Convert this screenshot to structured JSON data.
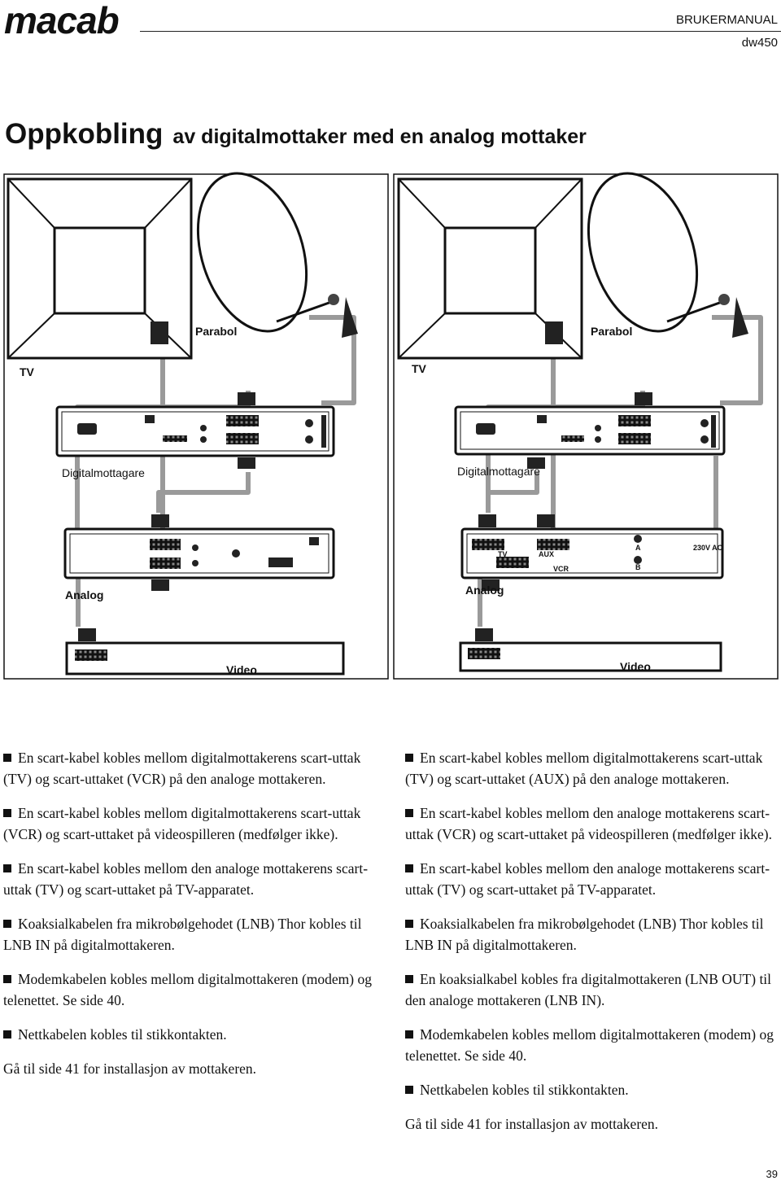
{
  "header": {
    "brand": "macab",
    "manual": "BRUKERMANUAL",
    "model": "dw450"
  },
  "title": {
    "main": "Oppkobling",
    "rest": "av digitalmottaker med en analog mottaker"
  },
  "diagram": {
    "left": {
      "dish": "Parabol",
      "tv": "TV",
      "digital_receiver": "Digitalmottagare",
      "analog": "Analog",
      "video": "Video"
    },
    "right": {
      "dish": "Parabol",
      "tv": "TV",
      "digital_receiver": "Digitalmottagare",
      "analog": "Analog",
      "video": "Video",
      "port_tv": "TV",
      "port_aux": "AUX",
      "port_vcr": "VCR",
      "port_a": "A",
      "port_b": "B",
      "power": "230V AC"
    }
  },
  "left_text": {
    "items": [
      "En scart-kabel kobles mellom digitalmottakerens scart-uttak (TV) og scart-uttaket (VCR) på den analoge mottakeren.",
      "En scart-kabel kobles mellom digitalmottakerens scart-uttak (VCR) og scart-uttaket på videospilleren (medfølger ikke).",
      "En scart-kabel kobles mellom den analoge mottakerens scart-uttak (TV) og scart-uttaket på TV-apparatet.",
      "Koaksialkabelen fra mikrobølgehodet (LNB) Thor kobles til LNB IN på digitalmottakeren.",
      "Modemkabelen kobles mellom digitalmottakeren (modem) og telenettet. Se side 40.",
      "Nettkabelen kobles til stikkontakten."
    ],
    "footer": "Gå til side 41 for installasjon av mottakeren."
  },
  "right_text": {
    "items": [
      "En scart-kabel kobles mellom digitalmottakerens scart-uttak (TV) og scart-uttaket (AUX) på den analoge mottakeren.",
      "En scart-kabel kobles mellom den analoge mottakerens scart-uttak (VCR) og scart-uttaket på videospilleren (medfølger ikke).",
      "En scart-kabel kobles mellom den analoge mottakerens scart-uttak (TV) og scart-uttaket på TV-apparatet.",
      "Koaksialkabelen fra mikrobølgehodet (LNB) Thor kobles til LNB IN på digitalmottakeren.",
      "En koaksialkabel kobles fra digitalmottakeren (LNB OUT) til den analoge mottakeren (LNB IN).",
      "Modemkabelen kobles mellom digitalmottakeren (modem) og telenettet. Se side 40.",
      "Nettkabelen kobles til stikkontakten."
    ],
    "footer": "Gå til side 41 for installasjon av mottakeren."
  },
  "page_number": "39"
}
